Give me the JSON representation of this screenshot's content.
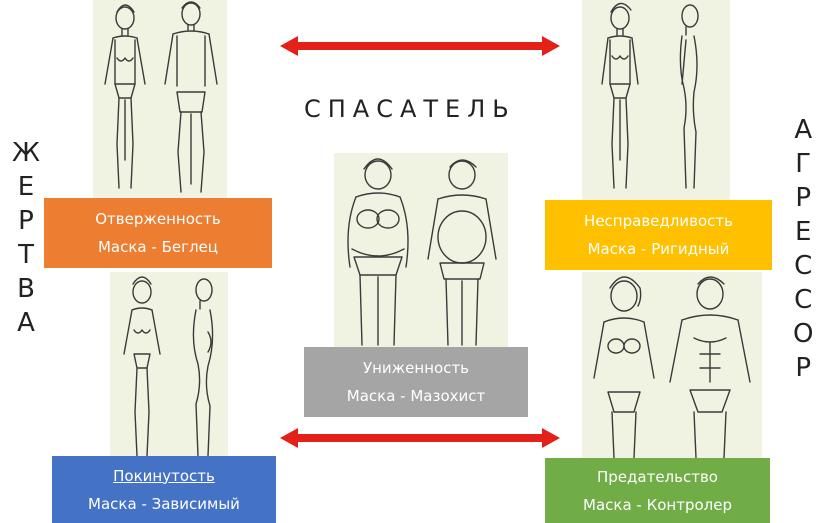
{
  "left_column": {
    "letters": [
      "Ж",
      "Е",
      "Р",
      "Т",
      "В",
      "А"
    ]
  },
  "right_column": {
    "letters": [
      "А",
      "Г",
      "Р",
      "Е",
      "С",
      "С",
      "О",
      "Р"
    ]
  },
  "center_title": "СПАСАТЕЛЬ",
  "cards": {
    "top_left": {
      "trauma": "Отверженность",
      "mask": "Маска - Беглец",
      "color": "#ed7d31"
    },
    "top_right": {
      "trauma": "Несправедливость",
      "mask": "Маска - Ригидный",
      "color": "#ffc000"
    },
    "center": {
      "trauma": "Униженность",
      "mask": "Маска - Мазохист",
      "color": "#a5a5a5"
    },
    "bottom_left": {
      "trauma": "Покинутость",
      "mask": "Маска - Зависимый",
      "color": "#4472c4"
    },
    "bottom_right": {
      "trauma": "Предательство",
      "mask": "Маска - Контролер",
      "color": "#70ad47"
    }
  },
  "arrow_color": "#e32119"
}
